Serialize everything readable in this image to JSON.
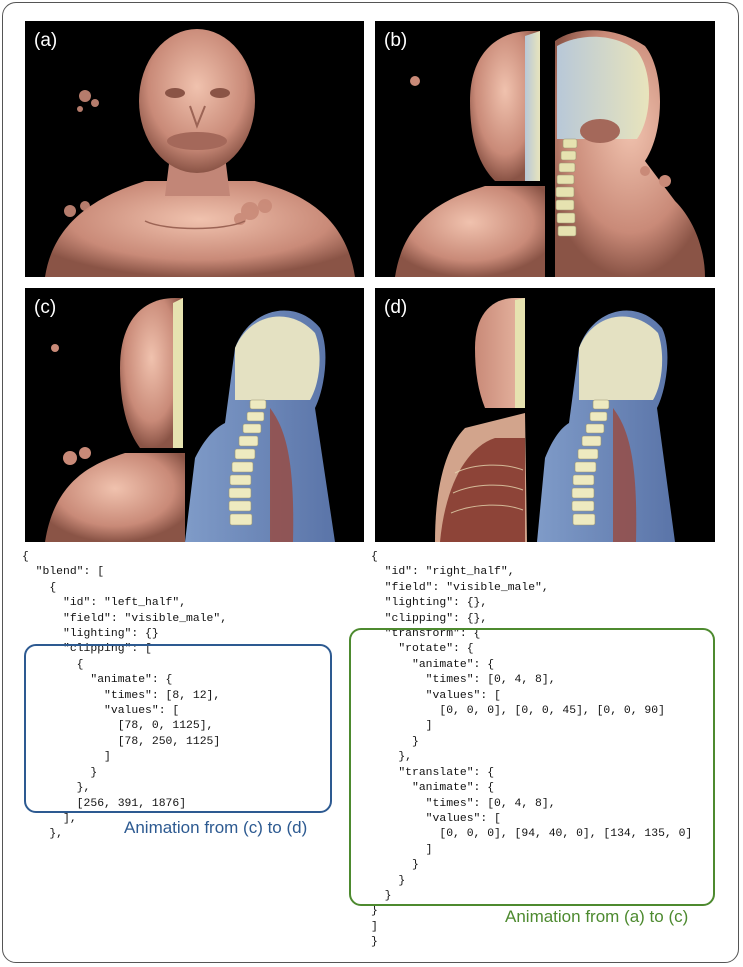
{
  "panels": [
    {
      "label": "(a)",
      "description_icon": "volume-render-face"
    },
    {
      "label": "(b)",
      "description_icon": "volume-render-split-halves"
    },
    {
      "label": "(c)",
      "description_icon": "volume-render-right-half-moved"
    },
    {
      "label": "(d)",
      "description_icon": "volume-render-left-half-clipped"
    }
  ],
  "code_left": "{\n  \"blend\": [\n    {\n      \"id\": \"left_half\",\n      \"field\": \"visible_male\",\n      \"lighting\": {}\n      \"clipping\": [\n        {\n          \"animate\": {\n            \"times\": [8, 12],\n            \"values\": [\n              [78, 0, 1125],\n              [78, 250, 1125]\n            ]\n          }\n        },\n        [256, 391, 1876]\n      ],\n    },",
  "code_right": "{\n  \"id\": \"right_half\",\n  \"field\": \"visible_male\",\n  \"lighting\": {},\n  \"clipping\": {},\n  \"transform\": {\n    \"rotate\": {\n      \"animate\": {\n        \"times\": [0, 4, 8],\n        \"values\": [\n          [0, 0, 0], [0, 0, 45], [0, 0, 90]\n        ]\n      }\n    },\n    \"translate\": {\n      \"animate\": {\n        \"times\": [0, 4, 8],\n        \"values\": [\n          [0, 0, 0], [94, 40, 0], [134, 135, 0]\n        ]\n      }\n    }\n  }\n}\n]\n}",
  "captions": {
    "blue": "Animation from (c) to (d)",
    "green": "Animation from (a) to (c)"
  },
  "colors": {
    "blue": "#2d5a91",
    "green": "#4d8a2f",
    "skin": "#d9a08e",
    "bone": "#e6e2b0"
  }
}
